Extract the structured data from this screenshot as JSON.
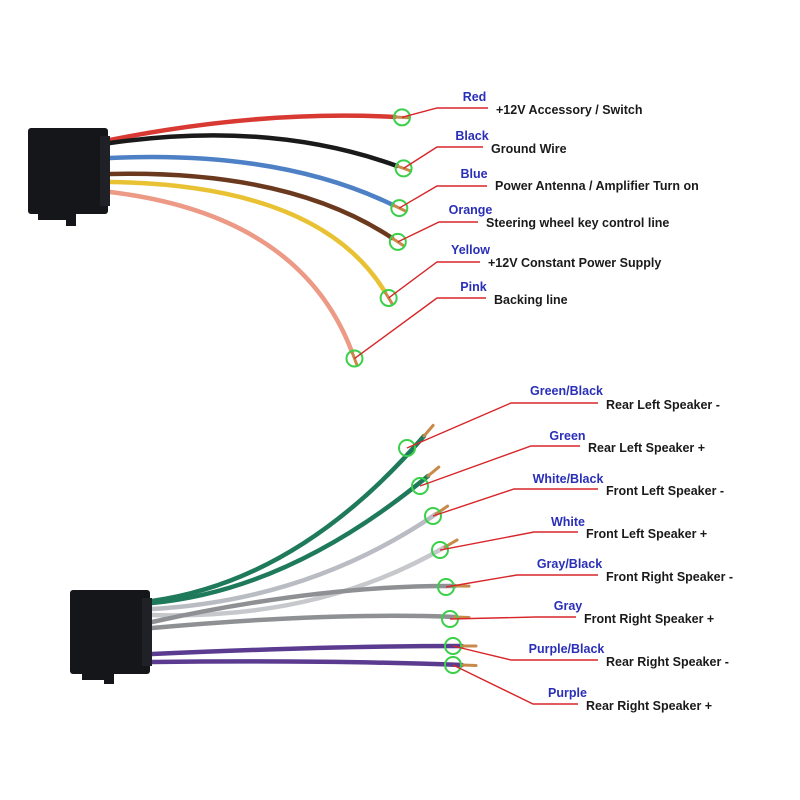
{
  "colors": {
    "label_name": "#2a2fb8",
    "label_text": "#1a1a1a",
    "leader_line": "#d8262a",
    "marker": "#3ad04a",
    "connector": "#15161a"
  },
  "power_harness": {
    "wires": [
      {
        "name": "Red",
        "function": "+12V  Accessory / Switch",
        "color": "#d83a33"
      },
      {
        "name": "Black",
        "function": "Ground Wire",
        "color": "#1a1a1a"
      },
      {
        "name": "Blue",
        "function": "Power Antenna / Amplifier Turn on",
        "color": "#4d80c4"
      },
      {
        "name": "Orange",
        "function": "Steering wheel key control line",
        "color": "#6b3a1e"
      },
      {
        "name": "Yellow",
        "function": "+12V Constant Power Supply",
        "color": "#e9c234"
      },
      {
        "name": "Pink",
        "function": "Backing line",
        "color": "#ec9a86"
      }
    ]
  },
  "speaker_harness": {
    "wires": [
      {
        "name": "Green/Black",
        "function": "Rear Left Speaker -",
        "color": "#1e7a5a"
      },
      {
        "name": "Green",
        "function": "Rear Left Speaker +",
        "color": "#1e7a5a"
      },
      {
        "name": "White/Black",
        "function": "Front Left Speaker -",
        "color": "#b9bcc2"
      },
      {
        "name": "White",
        "function": "Front Left Speaker +",
        "color": "#c6c8cc"
      },
      {
        "name": "Gray/Black",
        "function": "Front Right Speaker -",
        "color": "#8e9093"
      },
      {
        "name": "Gray",
        "function": "Front Right Speaker +",
        "color": "#8e9093"
      },
      {
        "name": "Purple/Black",
        "function": "Rear Right Speaker -",
        "color": "#5b3b8f"
      },
      {
        "name": "Purple",
        "function": "Rear Right Speaker +",
        "color": "#5b3b8f"
      }
    ]
  }
}
